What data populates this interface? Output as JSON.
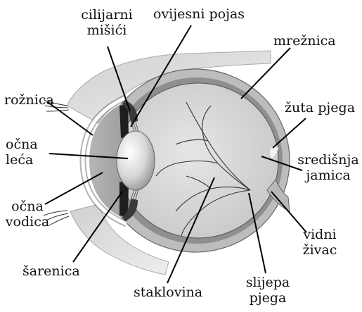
{
  "labels": {
    "cilijarni_misici": [
      "cilijarni",
      "mišići"
    ],
    "ovijesni_pojas": "ovijesni pojas",
    "mreznica": "mrežnica",
    "roznica": "rožnica",
    "zuta_pjega": "žuta pjega",
    "ocna_leca": [
      "očna",
      "leća"
    ],
    "sredisnja_jamica": [
      "središnja",
      "jamica"
    ],
    "ocna_vodica": [
      "očna",
      "vodica"
    ],
    "sarenica": "šarenica",
    "staklovina": "staklovina",
    "slijepa_pjega": [
      "slijepa",
      "pjega"
    ],
    "vidni_zivac": [
      "vidni",
      "živac"
    ]
  }
}
